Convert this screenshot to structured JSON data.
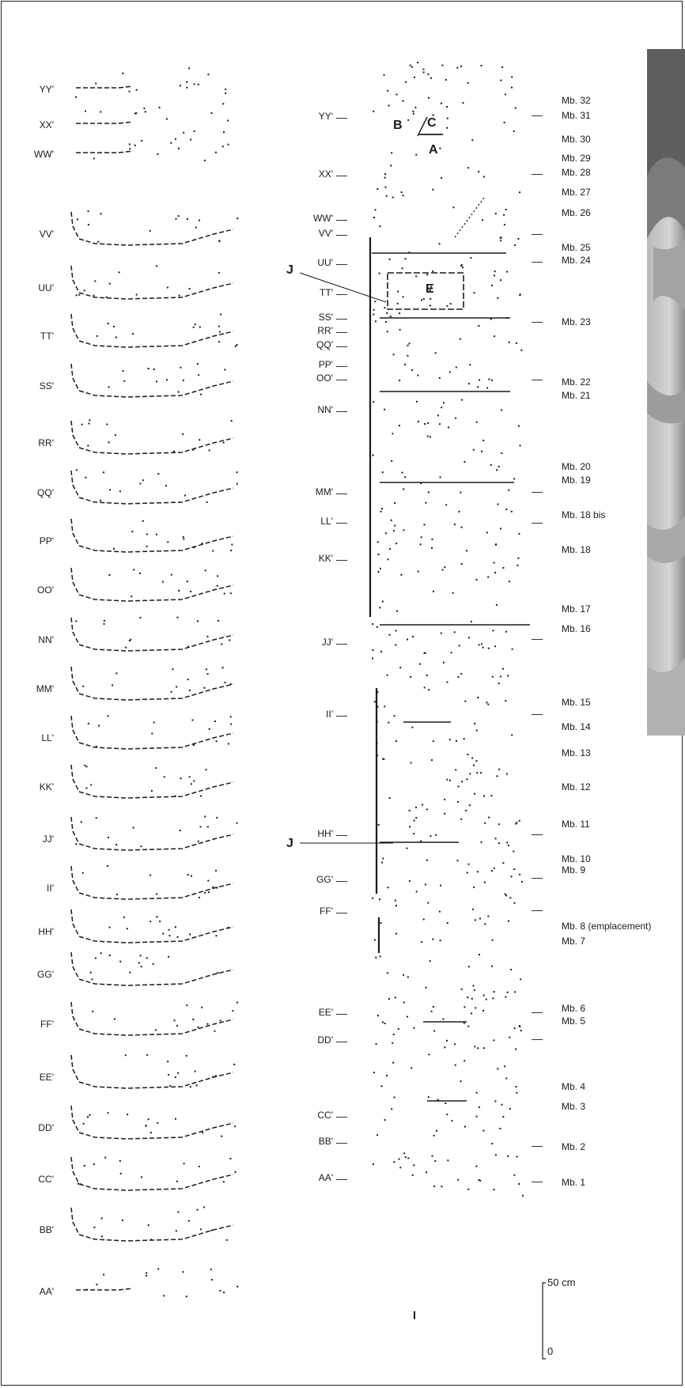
{
  "left_profiles": [
    "YY'",
    "XX'",
    "WW'",
    "VV'",
    "UU'",
    "TT'",
    "SS'",
    "RR'",
    "QQ'",
    "PP'",
    "OO'",
    "NN'",
    "MM'",
    "LL'",
    "KK'",
    "JJ'",
    "II'",
    "HH'",
    "GG'",
    "FF'",
    "EE'",
    "DD'",
    "CC'",
    "BB'",
    "AA'"
  ],
  "mid_profiles": [
    "YY'",
    "XX'",
    "WW'",
    "VV'",
    "UU'",
    "TT'",
    "SS'",
    "RR'",
    "QQ'",
    "PP'",
    "OO'",
    "NN'",
    "MM'",
    "LL'",
    "KK'",
    "JJ'",
    "II'",
    "HH'",
    "GG'",
    "FF'",
    "EE'",
    "DD'",
    "CC'",
    "BB'",
    "AA'"
  ],
  "levels": [
    "Mb. 32",
    "Mb. 31",
    "Mb. 30",
    "Mb. 29",
    "Mb. 28",
    "Mb. 27",
    "Mb. 26",
    "Mb. 25",
    "Mb. 24",
    "Mb. 23",
    "Mb. 22",
    "Mb. 21",
    "Mb. 20",
    "Mb. 19",
    "Mb. 18 bis",
    "Mb. 18",
    "Mb. 17",
    "Mb. 16",
    "Mb. 15",
    "Mb. 14",
    "Mb. 13",
    "Mb. 12",
    "Mb. 11",
    "Mb. 10",
    "Mb. 9",
    "Mb. 8 (emplacement)",
    "Mb. 7",
    "Mb. 6",
    "Mb. 5",
    "Mb. 4",
    "Mb. 3",
    "Mb. 2",
    "Mb. 1"
  ],
  "markers": {
    "a": "A",
    "b": "B",
    "c": "C",
    "e": "E",
    "j_upper": "J",
    "j_lower": "J"
  },
  "scale": {
    "top_label": "50 cm",
    "bottom_label": "0"
  },
  "colors": {
    "ink": "#1a1a1a",
    "photo_dark": "#6b6b6b",
    "photo_light": "#c9c9c9"
  }
}
